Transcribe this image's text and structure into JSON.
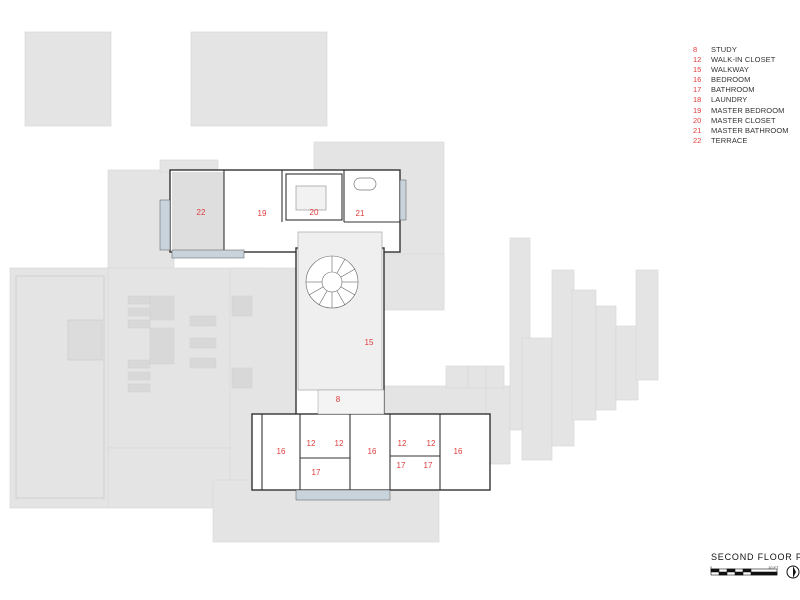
{
  "legend": {
    "items": [
      {
        "num": "8",
        "name": "STUDY"
      },
      {
        "num": "12",
        "name": "WALK-IN CLOSET"
      },
      {
        "num": "15",
        "name": "WALKWAY"
      },
      {
        "num": "16",
        "name": "BEDROOM"
      },
      {
        "num": "17",
        "name": "BATHROOM"
      },
      {
        "num": "18",
        "name": "LAUNDRY"
      },
      {
        "num": "19",
        "name": "MASTER BEDROOM"
      },
      {
        "num": "20",
        "name": "MASTER CLOSET"
      },
      {
        "num": "21",
        "name": "MASTER BATHROOM"
      },
      {
        "num": "22",
        "name": "TERRACE"
      }
    ]
  },
  "plan": {
    "title": "SECOND FLOOR P",
    "rooms": {
      "terrace": "22",
      "master_bedroom": "19",
      "master_closet": "20",
      "master_bathroom": "21",
      "walkway": "15",
      "study": "8",
      "bedroom_left": "16",
      "bedroom_middle": "16",
      "bedroom_right": "16",
      "closet_1": "12",
      "closet_2": "12",
      "closet_3": "12",
      "closet_4": "12",
      "bath_left": "17",
      "bath_mid": "17",
      "bath_right": "17"
    }
  },
  "scale": {
    "start_label": "0",
    "end_label": "10 FT"
  },
  "colors": {
    "room_number": "#e03b3b",
    "ground_plan": "#e4e4e4",
    "wall": "#333333"
  }
}
